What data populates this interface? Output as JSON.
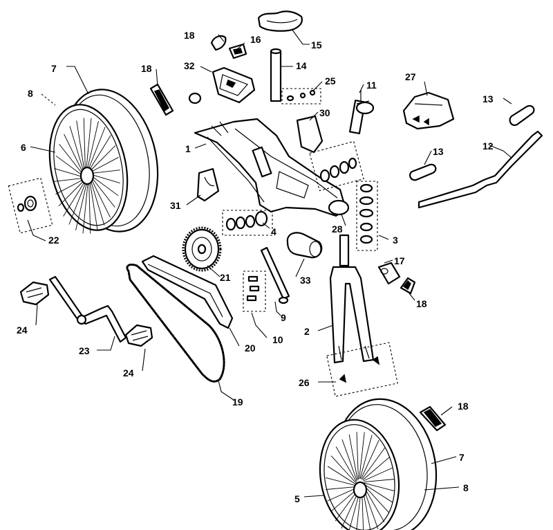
{
  "callouts": {
    "c1": "1",
    "c2": "2",
    "c3": "3",
    "c4": "4",
    "c5": "5",
    "c6": "6",
    "c7_top": "7",
    "c7_bottom": "7",
    "c8_top": "8",
    "c8_bottom": "8",
    "c9": "9",
    "c10": "10",
    "c11": "11",
    "c12": "12",
    "c13_right": "13",
    "c13_mid": "13",
    "c14": "14",
    "c15": "15",
    "c16": "16",
    "c17": "17",
    "c18_top": "18",
    "c18_left": "18",
    "c18_mid": "18",
    "c18_bottom": "18",
    "c19": "19",
    "c20": "20",
    "c21": "21",
    "c22": "22",
    "c23": "23",
    "c24_left": "24",
    "c24_mid": "24",
    "c25": "25",
    "c26": "26",
    "c27": "27",
    "c28": "28",
    "c30": "30",
    "c31": "31",
    "c32": "32",
    "c33": "33"
  }
}
